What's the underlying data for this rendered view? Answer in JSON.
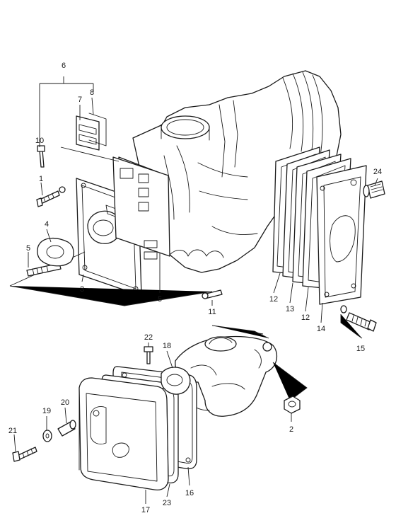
{
  "diagram": {
    "part_numbers": [
      {
        "id": "p1",
        "label": "1"
      },
      {
        "id": "p2",
        "label": "2"
      },
      {
        "id": "p3",
        "label": "3"
      },
      {
        "id": "p4",
        "label": "4"
      },
      {
        "id": "p5a",
        "label": "5"
      },
      {
        "id": "p5b",
        "label": "5"
      },
      {
        "id": "p6",
        "label": "6"
      },
      {
        "id": "p7",
        "label": "7"
      },
      {
        "id": "p8",
        "label": "8"
      },
      {
        "id": "p10",
        "label": "10"
      },
      {
        "id": "p11",
        "label": "11"
      },
      {
        "id": "p12a",
        "label": "12"
      },
      {
        "id": "p12b",
        "label": "12"
      },
      {
        "id": "p13",
        "label": "13"
      },
      {
        "id": "p14",
        "label": "14"
      },
      {
        "id": "p15",
        "label": "15"
      },
      {
        "id": "p16",
        "label": "16"
      },
      {
        "id": "p17",
        "label": "17"
      },
      {
        "id": "p18",
        "label": "18"
      },
      {
        "id": "p19",
        "label": "19"
      },
      {
        "id": "p20",
        "label": "20"
      },
      {
        "id": "p21",
        "label": "21"
      },
      {
        "id": "p22",
        "label": "22"
      },
      {
        "id": "p23",
        "label": "23"
      },
      {
        "id": "p24",
        "label": "24"
      }
    ]
  }
}
